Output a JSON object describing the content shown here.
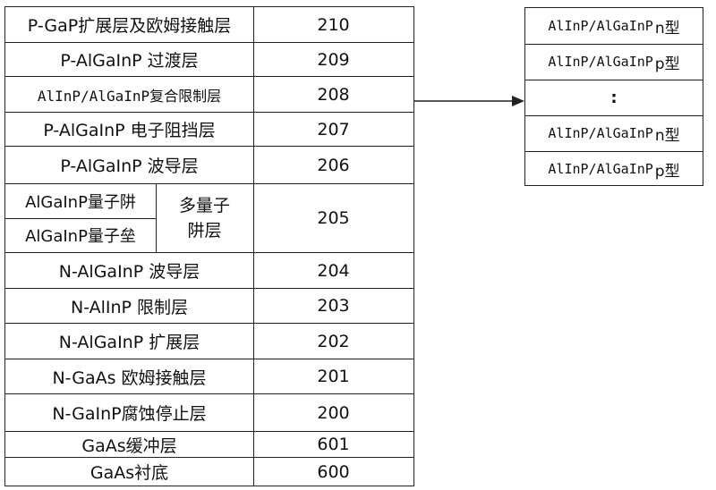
{
  "layers": [
    {
      "id": "210",
      "name": "P-GaP扩展层及欧姆接触层",
      "number": "210"
    },
    {
      "id": "209",
      "name": "P-AlGaInP 过渡层",
      "number": "209"
    },
    {
      "id": "208",
      "name": "AlInP/AlGaInP复合限制层",
      "number": "208"
    },
    {
      "id": "207",
      "name": "P-AlGaInP 电子阻挡层",
      "number": "207"
    },
    {
      "id": "206",
      "name": "P-AlGaInP 波导层",
      "number": "206"
    },
    {
      "id": "205",
      "sub_top": "AlGaInP量子阱",
      "sub_bottom": "AlGaInP量子垒",
      "group_line1": "多量子",
      "group_line2": "阱层",
      "number": "205"
    },
    {
      "id": "204",
      "name": "N-AlGaInP 波导层",
      "number": "204"
    },
    {
      "id": "203",
      "name": "N-AlInP 限制层",
      "number": "203"
    },
    {
      "id": "202",
      "name": "N-AlGaInP 扩展层",
      "number": "202"
    },
    {
      "id": "201",
      "name": "N-GaAs 欧姆接触层",
      "number": "201"
    },
    {
      "id": "200",
      "name": "N-GaInP腐蚀停止层",
      "number": "200"
    },
    {
      "id": "601",
      "name": "GaAs缓冲层",
      "number": "601"
    },
    {
      "id": "600",
      "name": "GaAs衬底",
      "number": "600"
    }
  ],
  "detail": {
    "rows": [
      {
        "material": "AlInP/AlGaInP",
        "type": "n型"
      },
      {
        "material": "AlInP/AlGaInP",
        "type": "p型"
      },
      {
        "ellipsis": ":"
      },
      {
        "material": "AlInP/AlGaInP",
        "type": "n型"
      },
      {
        "material": "AlInP/AlGaInP",
        "type": "p型"
      }
    ]
  }
}
